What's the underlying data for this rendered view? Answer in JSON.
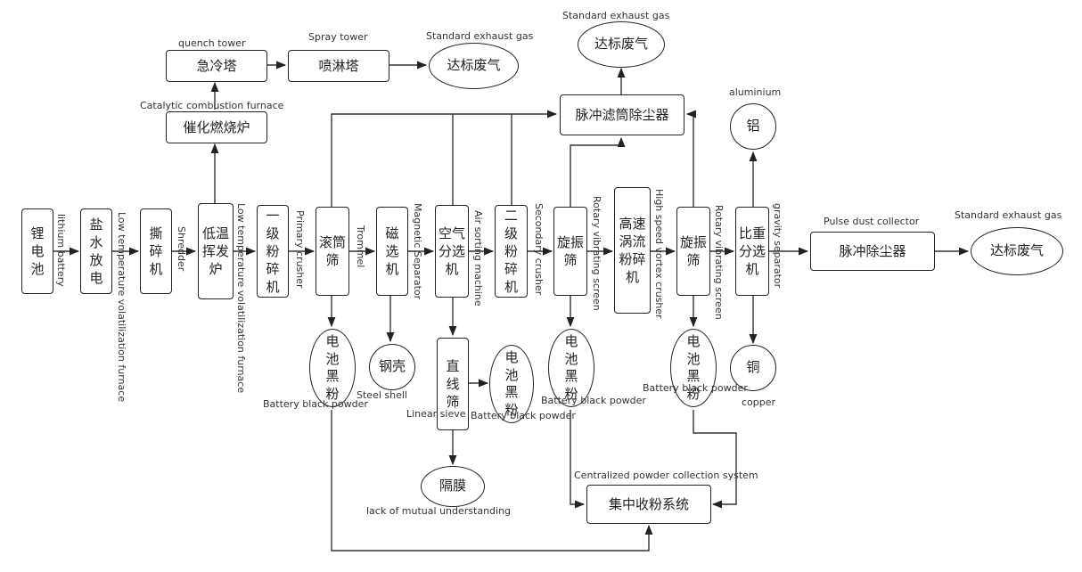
{
  "nodes": {
    "lithium_battery": "锂电池",
    "brine_discharge": "盐水放电",
    "shredder": "撕碎机",
    "low_temp_furnace": "低温挥发炉",
    "primary_crusher": "一级粉碎机",
    "trommel": "滚筒筛",
    "magnetic_separator": "磁选机",
    "air_separator": "空气分选机",
    "secondary_crusher": "二级粉碎机",
    "rotary_screen_1": "旋振筛",
    "vortex_crusher": "高速涡流粉碎机",
    "rotary_screen_2": "旋振筛",
    "gravity_separator": "比重分选机",
    "pulse_dust_collector": "脉冲除尘器",
    "exhaust_right": "达标废气",
    "catalytic_furnace": "催化燃烧炉",
    "quench_tower": "急冷塔",
    "spray_tower": "喷淋塔",
    "exhaust_left": "达标废气",
    "pulse_filter": "脉冲滤筒除尘器",
    "exhaust_top": "达标废气",
    "aluminium": "铝",
    "copper": "铜",
    "black_powder_1": "电池黑粉",
    "steel_shell": "钢壳",
    "linear_sieve": "直线筛",
    "black_powder_2": "电池黑粉",
    "separator_film": "隔膜",
    "black_powder_3": "电池黑粉",
    "black_powder_4": "电池黑粉",
    "collection_system": "集中收粉系统"
  },
  "labels": {
    "lithium_battery": "lithium battery",
    "brine_discharge": "Low temperature volatilization furnace",
    "shredder": "Shredder",
    "low_temp_furnace": "Low temperature volatilization furnace",
    "primary_crusher": "Primary crusher",
    "trommel": "Trommel",
    "magnetic_separator": "Magnetic Separator",
    "air_separator": "Air sorting machine",
    "secondary_crusher": "Secondary crusher",
    "rotary_screen_1": "Rotary vibrating screen",
    "vortex_crusher": "High speed vortex crusher",
    "rotary_screen_2": "Rotary vibrating screen",
    "gravity_separator": "gravity separator",
    "pulse_dust_collector": "Pulse dust collector",
    "exhaust_right": "Standard exhaust gas",
    "catalytic_furnace": "Catalytic combustion furnace",
    "quench_tower": "quench tower",
    "spray_tower": "Spray tower",
    "exhaust_left": "Standard exhaust gas",
    "exhaust_top": "Standard exhaust gas",
    "aluminium": "aluminium",
    "copper": "copper",
    "black_powder_1": "Battery black powder",
    "steel_shell": "Steel shell",
    "linear_sieve": "Linear sieve",
    "black_powder_2": "Battery black powder",
    "separator_film": "lack of mutual understanding",
    "black_powder_3": "Battery black powder",
    "black_powder_4": "Battery black powder",
    "collection_system": "Centralized powder collection system"
  }
}
